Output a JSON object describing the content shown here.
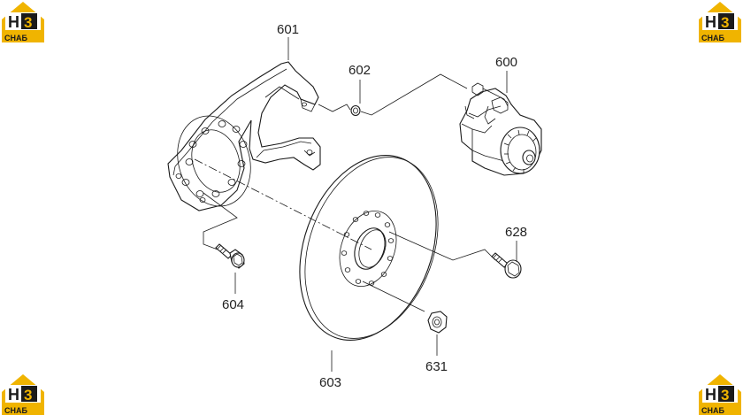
{
  "logo": {
    "mark": "H3",
    "text": "CHAБ",
    "color": "#f0b400"
  },
  "parts": {
    "p600": "600",
    "p601": "601",
    "p602": "602",
    "p603": "603",
    "p604": "604",
    "p628": "628",
    "p631": "631"
  }
}
